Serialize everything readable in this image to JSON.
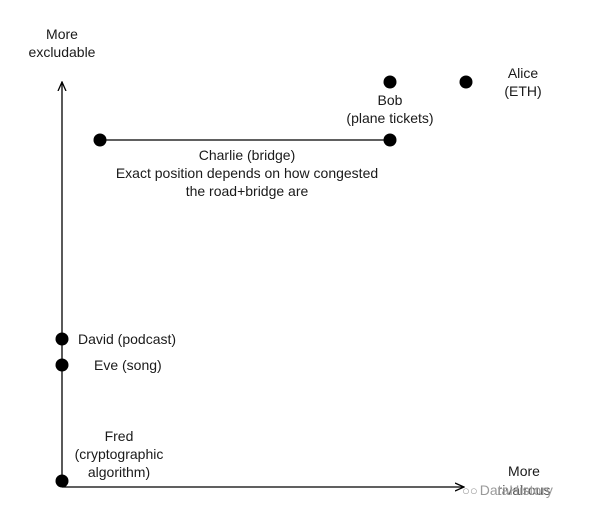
{
  "axes": {
    "y_label": "More\nexcludable",
    "x_label_line1": "More",
    "x_label_line2": "rivalrous"
  },
  "points": [
    {
      "id": "alice",
      "label": "Alice\n(ETH)"
    },
    {
      "id": "bob",
      "label": "Bob\n(plane tickets)"
    },
    {
      "id": "charlie",
      "label": "Charlie (bridge)\nExact position depends on how congested\nthe road+bridge are"
    },
    {
      "id": "david",
      "label": "David (podcast)"
    },
    {
      "id": "eve",
      "label": "Eve (song)"
    },
    {
      "id": "fred",
      "label": "Fred\n(cryptographic\nalgorithm)"
    }
  ],
  "watermark": {
    "text": "DataHistory",
    "icon": "wechat-icon"
  },
  "colors": {
    "ink": "#000000",
    "text": "#1a1a1a",
    "watermark": "#9a9a9a"
  }
}
